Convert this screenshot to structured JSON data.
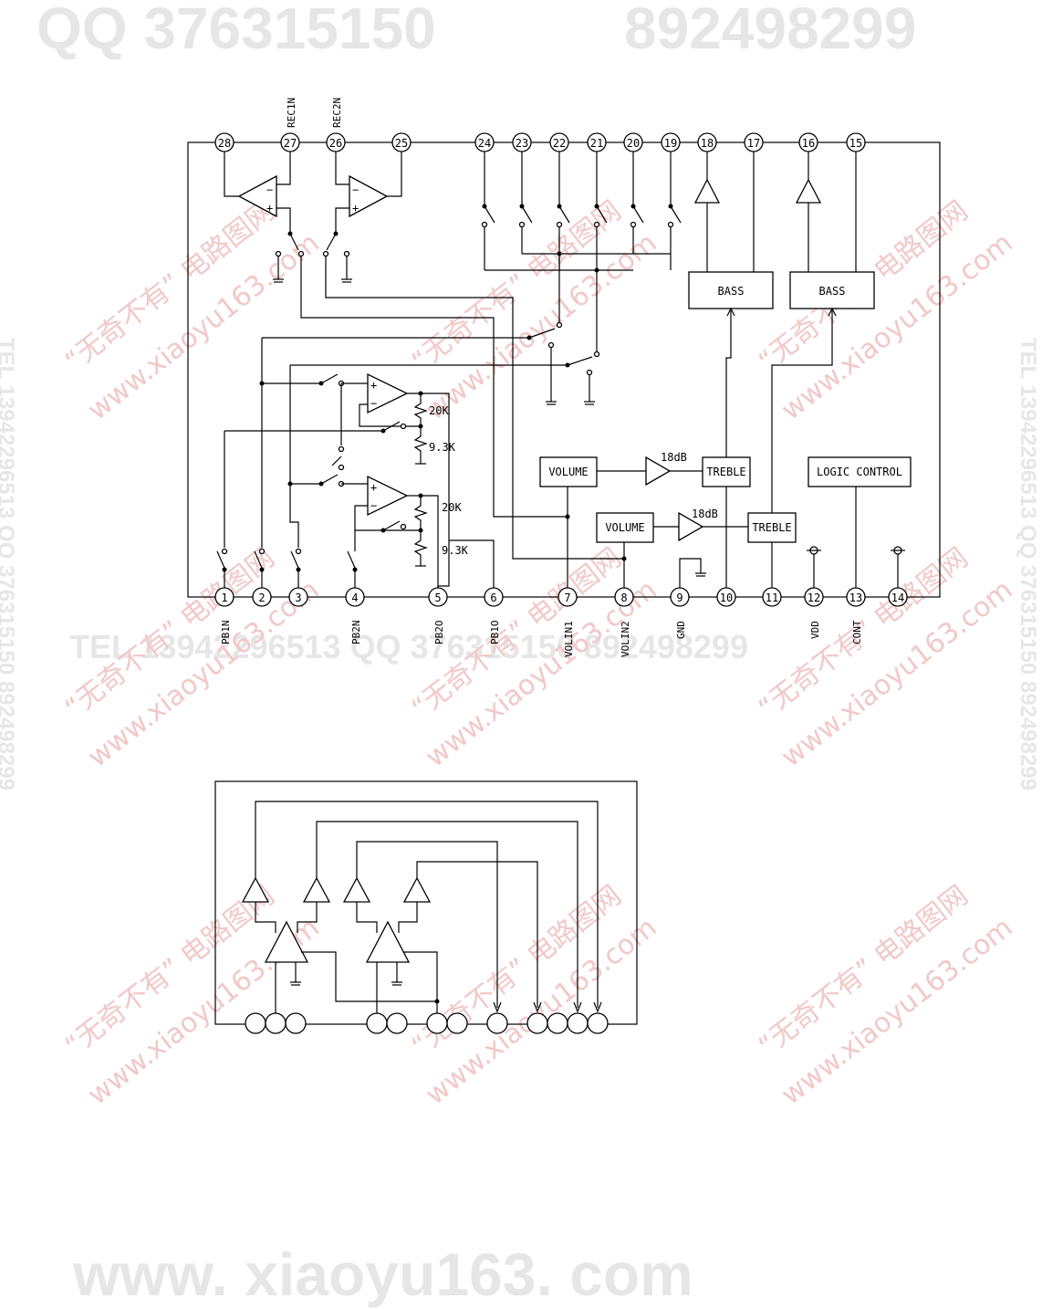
{
  "watermarks": {
    "top_left": "QQ 376315150",
    "top_right": "892498299",
    "middle": "TEL 13942296513   QQ 376315150   892498299",
    "bottom": "www. xiaoyu163. com",
    "side": "TEL 13942296513 QQ 376315150 892498299",
    "diag_a": "“无奇不有” 电路图网",
    "diag_b": "www.xiaoyu163.com"
  },
  "ic": {
    "top_pins": [
      "28",
      "27",
      "26",
      "25",
      "24",
      "23",
      "22",
      "21",
      "20",
      "19",
      "18",
      "17",
      "16",
      "15"
    ],
    "bottom_pins": [
      "1",
      "2",
      "3",
      "4",
      "5",
      "6",
      "7",
      "8",
      "9",
      "10",
      "11",
      "12",
      "13",
      "14"
    ],
    "top_labels": {
      "p27": "REC1N",
      "p26": "REC2N"
    },
    "bottom_labels": {
      "p1": "PB1N",
      "p4": "PB2N",
      "p5": "PB2O",
      "p6": "PB1O",
      "p7": "VOLIN1",
      "p8": "VOLIN2",
      "p9": "GND",
      "p12": "VDD",
      "p13": "CONT"
    },
    "blocks": {
      "bass": "BASS",
      "volume": "VOLUME",
      "treble": "TREBLE",
      "logic": "LOGIC CONTROL"
    },
    "gain": "18dB",
    "resistors": {
      "r_hi": "20K",
      "r_lo": "9.3K"
    }
  }
}
